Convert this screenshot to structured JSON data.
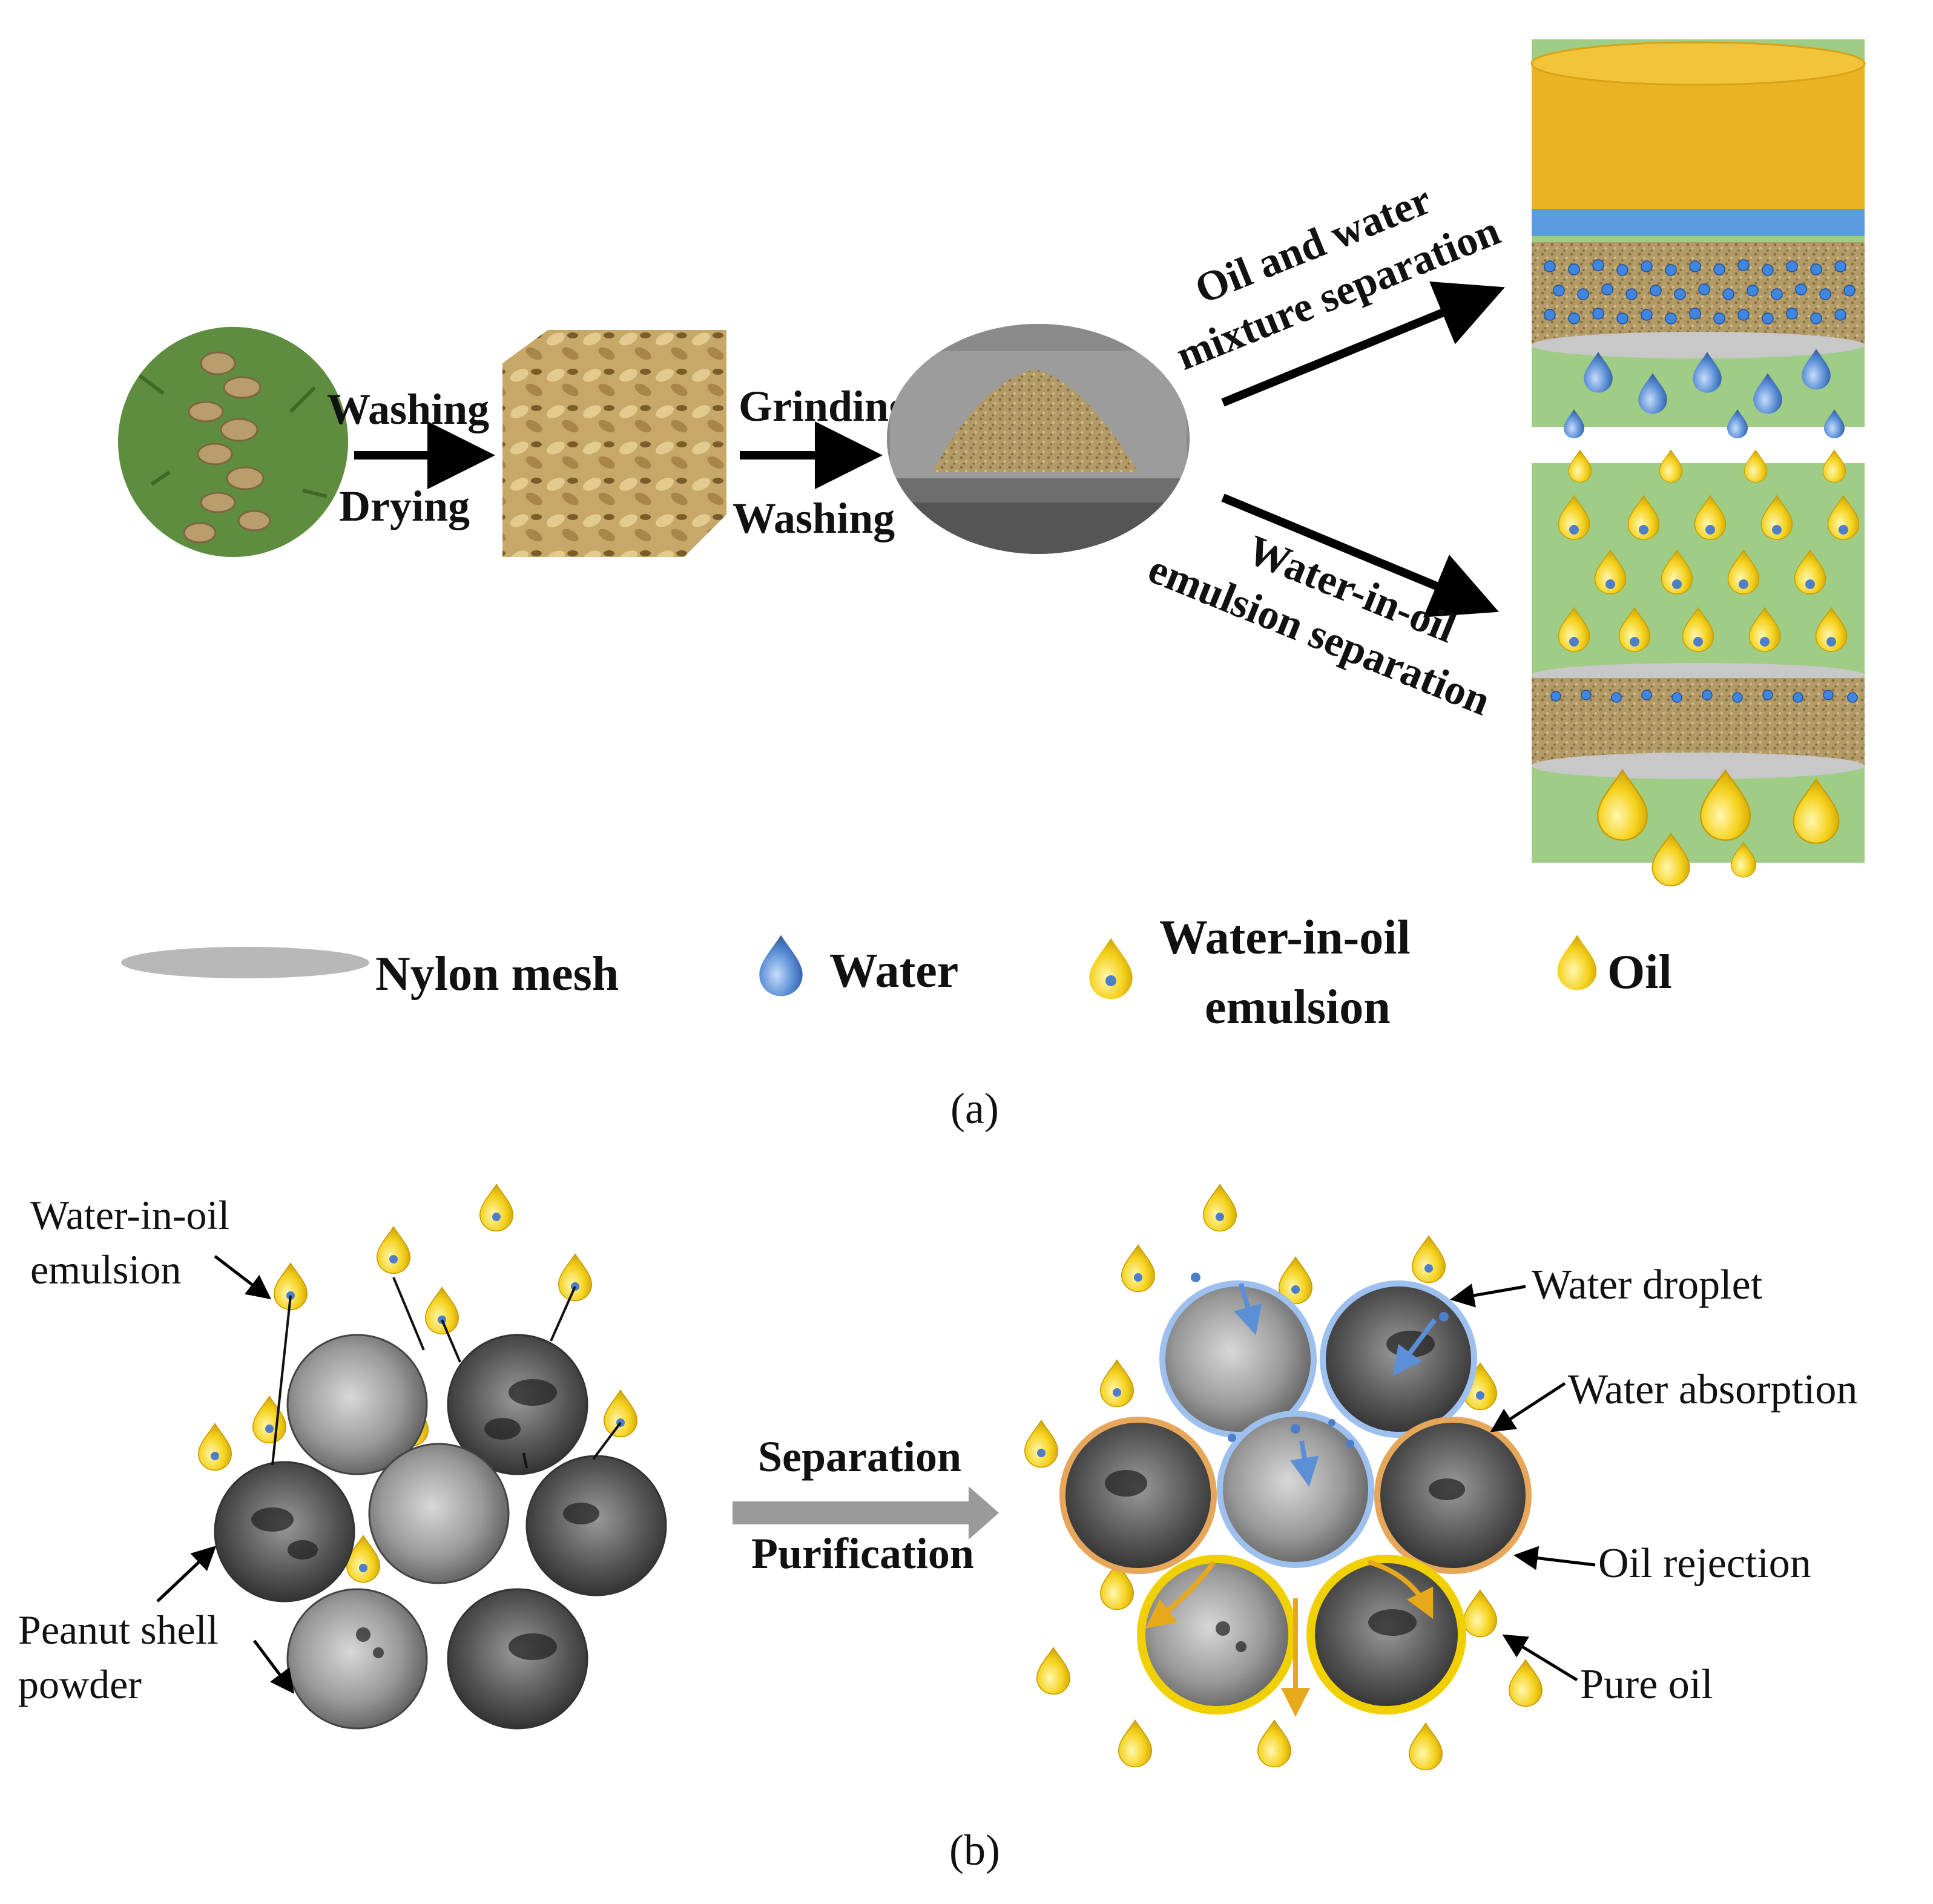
{
  "panel_a": {
    "steps": {
      "step1_top": "Washing",
      "step1_bottom": "Drying",
      "step2_top": "Grinding",
      "step2_bottom": "Washing"
    },
    "branch_upper_line1": "Oil and water",
    "branch_upper_line2": "mixture separation",
    "branch_lower_line1": "Water-in-oil",
    "branch_lower_line2": "emulsion separation",
    "legend": {
      "nylon_mesh": "Nylon mesh",
      "water": "Water",
      "emulsion_line1": "Water-in-oil",
      "emulsion_line2": "emulsion",
      "oil": "Oil"
    },
    "caption": "(a)"
  },
  "panel_b": {
    "label_emulsion_line1": "Water-in-oil",
    "label_emulsion_line2": "emulsion",
    "label_powder_line1": "Peanut shell",
    "label_powder_line2": "powder",
    "arrow_top": "Separation",
    "arrow_bottom": "Purification",
    "label_water_droplet": "Water droplet",
    "label_water_absorption": "Water absorption",
    "label_oil_rejection": "Oil rejection",
    "label_pure_oil": "Pure oil",
    "caption": "(b)"
  },
  "colors": {
    "oil": "#f2cc1c",
    "oil_dark": "#d9a300",
    "water": "#4d7ec9",
    "green_bg": "#9ccc84",
    "sand": "#b49a64",
    "oil_layer": "#e9b324",
    "sem_gray": "#5a5a5a",
    "absorption_ring": "#8fb4e8",
    "rejection_ring": "#e7a75b",
    "pure_oil_ring": "#f0d000"
  }
}
